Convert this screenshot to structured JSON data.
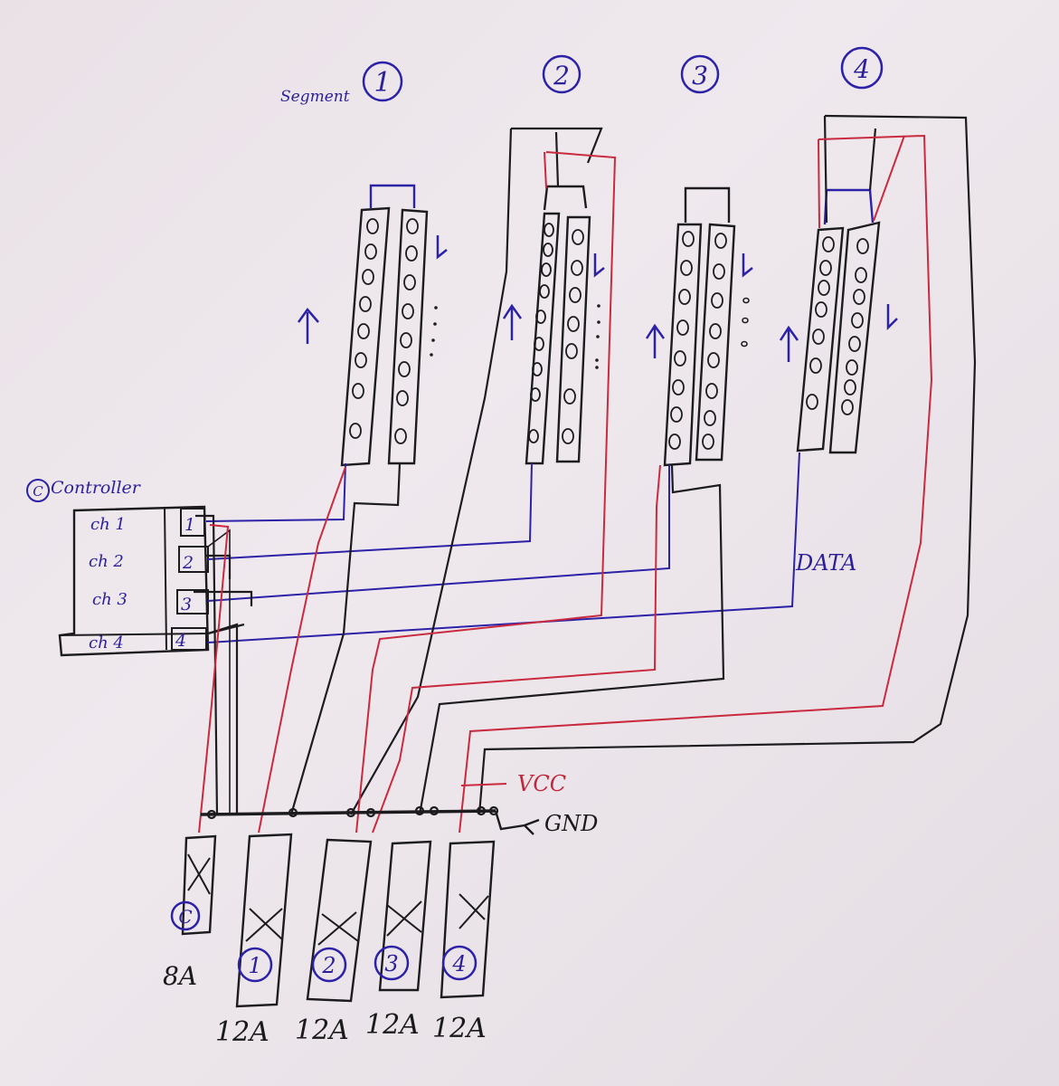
{
  "colors": {
    "ink_black": "#1c1b1e",
    "ink_blue": "#2c22a8",
    "ink_red": "#c92a3e",
    "paper": "#ebe4e9"
  },
  "segments": {
    "label": "Segment",
    "numbers": [
      "1",
      "2",
      "3",
      "4"
    ]
  },
  "controller": {
    "label": "Controller",
    "label_badge": "C",
    "channels": [
      "ch 1",
      "ch 2",
      "ch 3",
      "ch 4"
    ],
    "ports": [
      "1",
      "2",
      "3",
      "4"
    ]
  },
  "wires": {
    "data_label": "DATA",
    "vcc_label": "VCC",
    "gnd_label": "GND"
  },
  "power_supplies": [
    {
      "badge": "C",
      "rating": "8A"
    },
    {
      "badge": "1",
      "rating": "12A"
    },
    {
      "badge": "2",
      "rating": "12A"
    },
    {
      "badge": "3",
      "rating": "12A"
    },
    {
      "badge": "4",
      "rating": "12A"
    }
  ]
}
